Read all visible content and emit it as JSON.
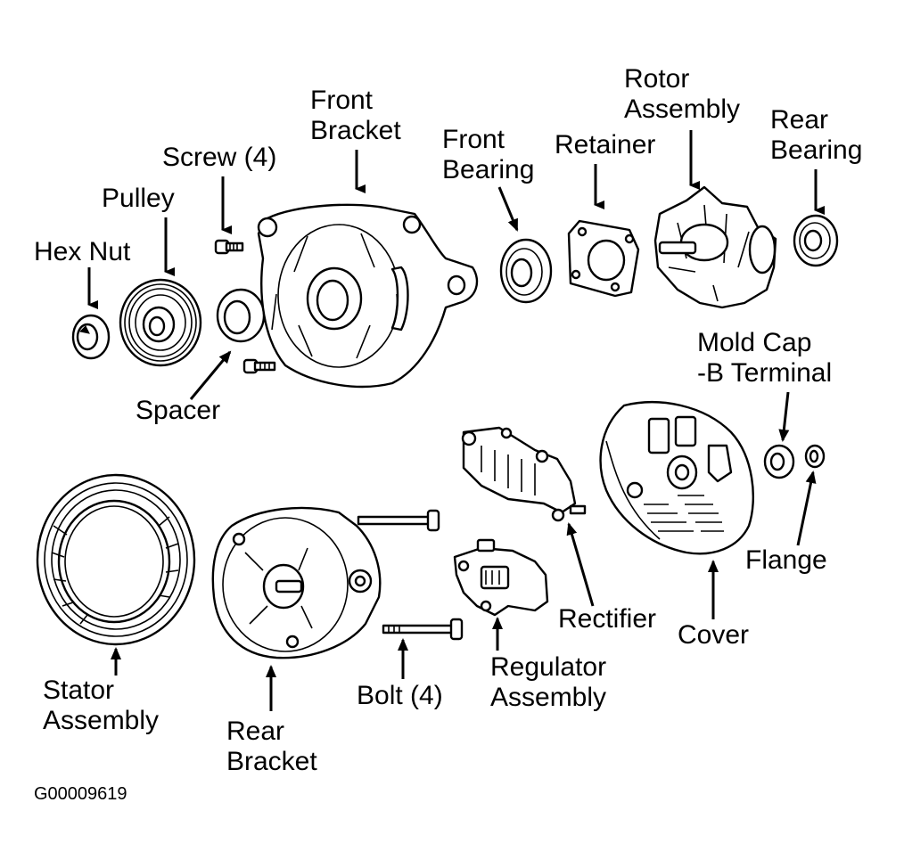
{
  "labels": {
    "hex_nut": "Hex Nut",
    "pulley": "Pulley",
    "screw": "Screw (4)",
    "spacer": "Spacer",
    "front_bracket_1": "Front",
    "front_bracket_2": "Bracket",
    "front_bearing_1": "Front",
    "front_bearing_2": "Bearing",
    "retainer": "Retainer",
    "rotor_assembly_1": "Rotor",
    "rotor_assembly_2": "Assembly",
    "rear_bearing_1": "Rear",
    "rear_bearing_2": "Bearing",
    "mold_cap_1": "Mold Cap",
    "mold_cap_2": "-B Terminal",
    "flange": "Flange",
    "cover": "Cover",
    "rectifier": "Rectifier",
    "regulator_1": "Regulator",
    "regulator_2": "Assembly",
    "bolt": "Bolt (4)",
    "rear_bracket_1": "Rear",
    "rear_bracket_2": "Bracket",
    "stator_1": "Stator",
    "stator_2": "Assembly"
  },
  "figure_id": "G00009619"
}
